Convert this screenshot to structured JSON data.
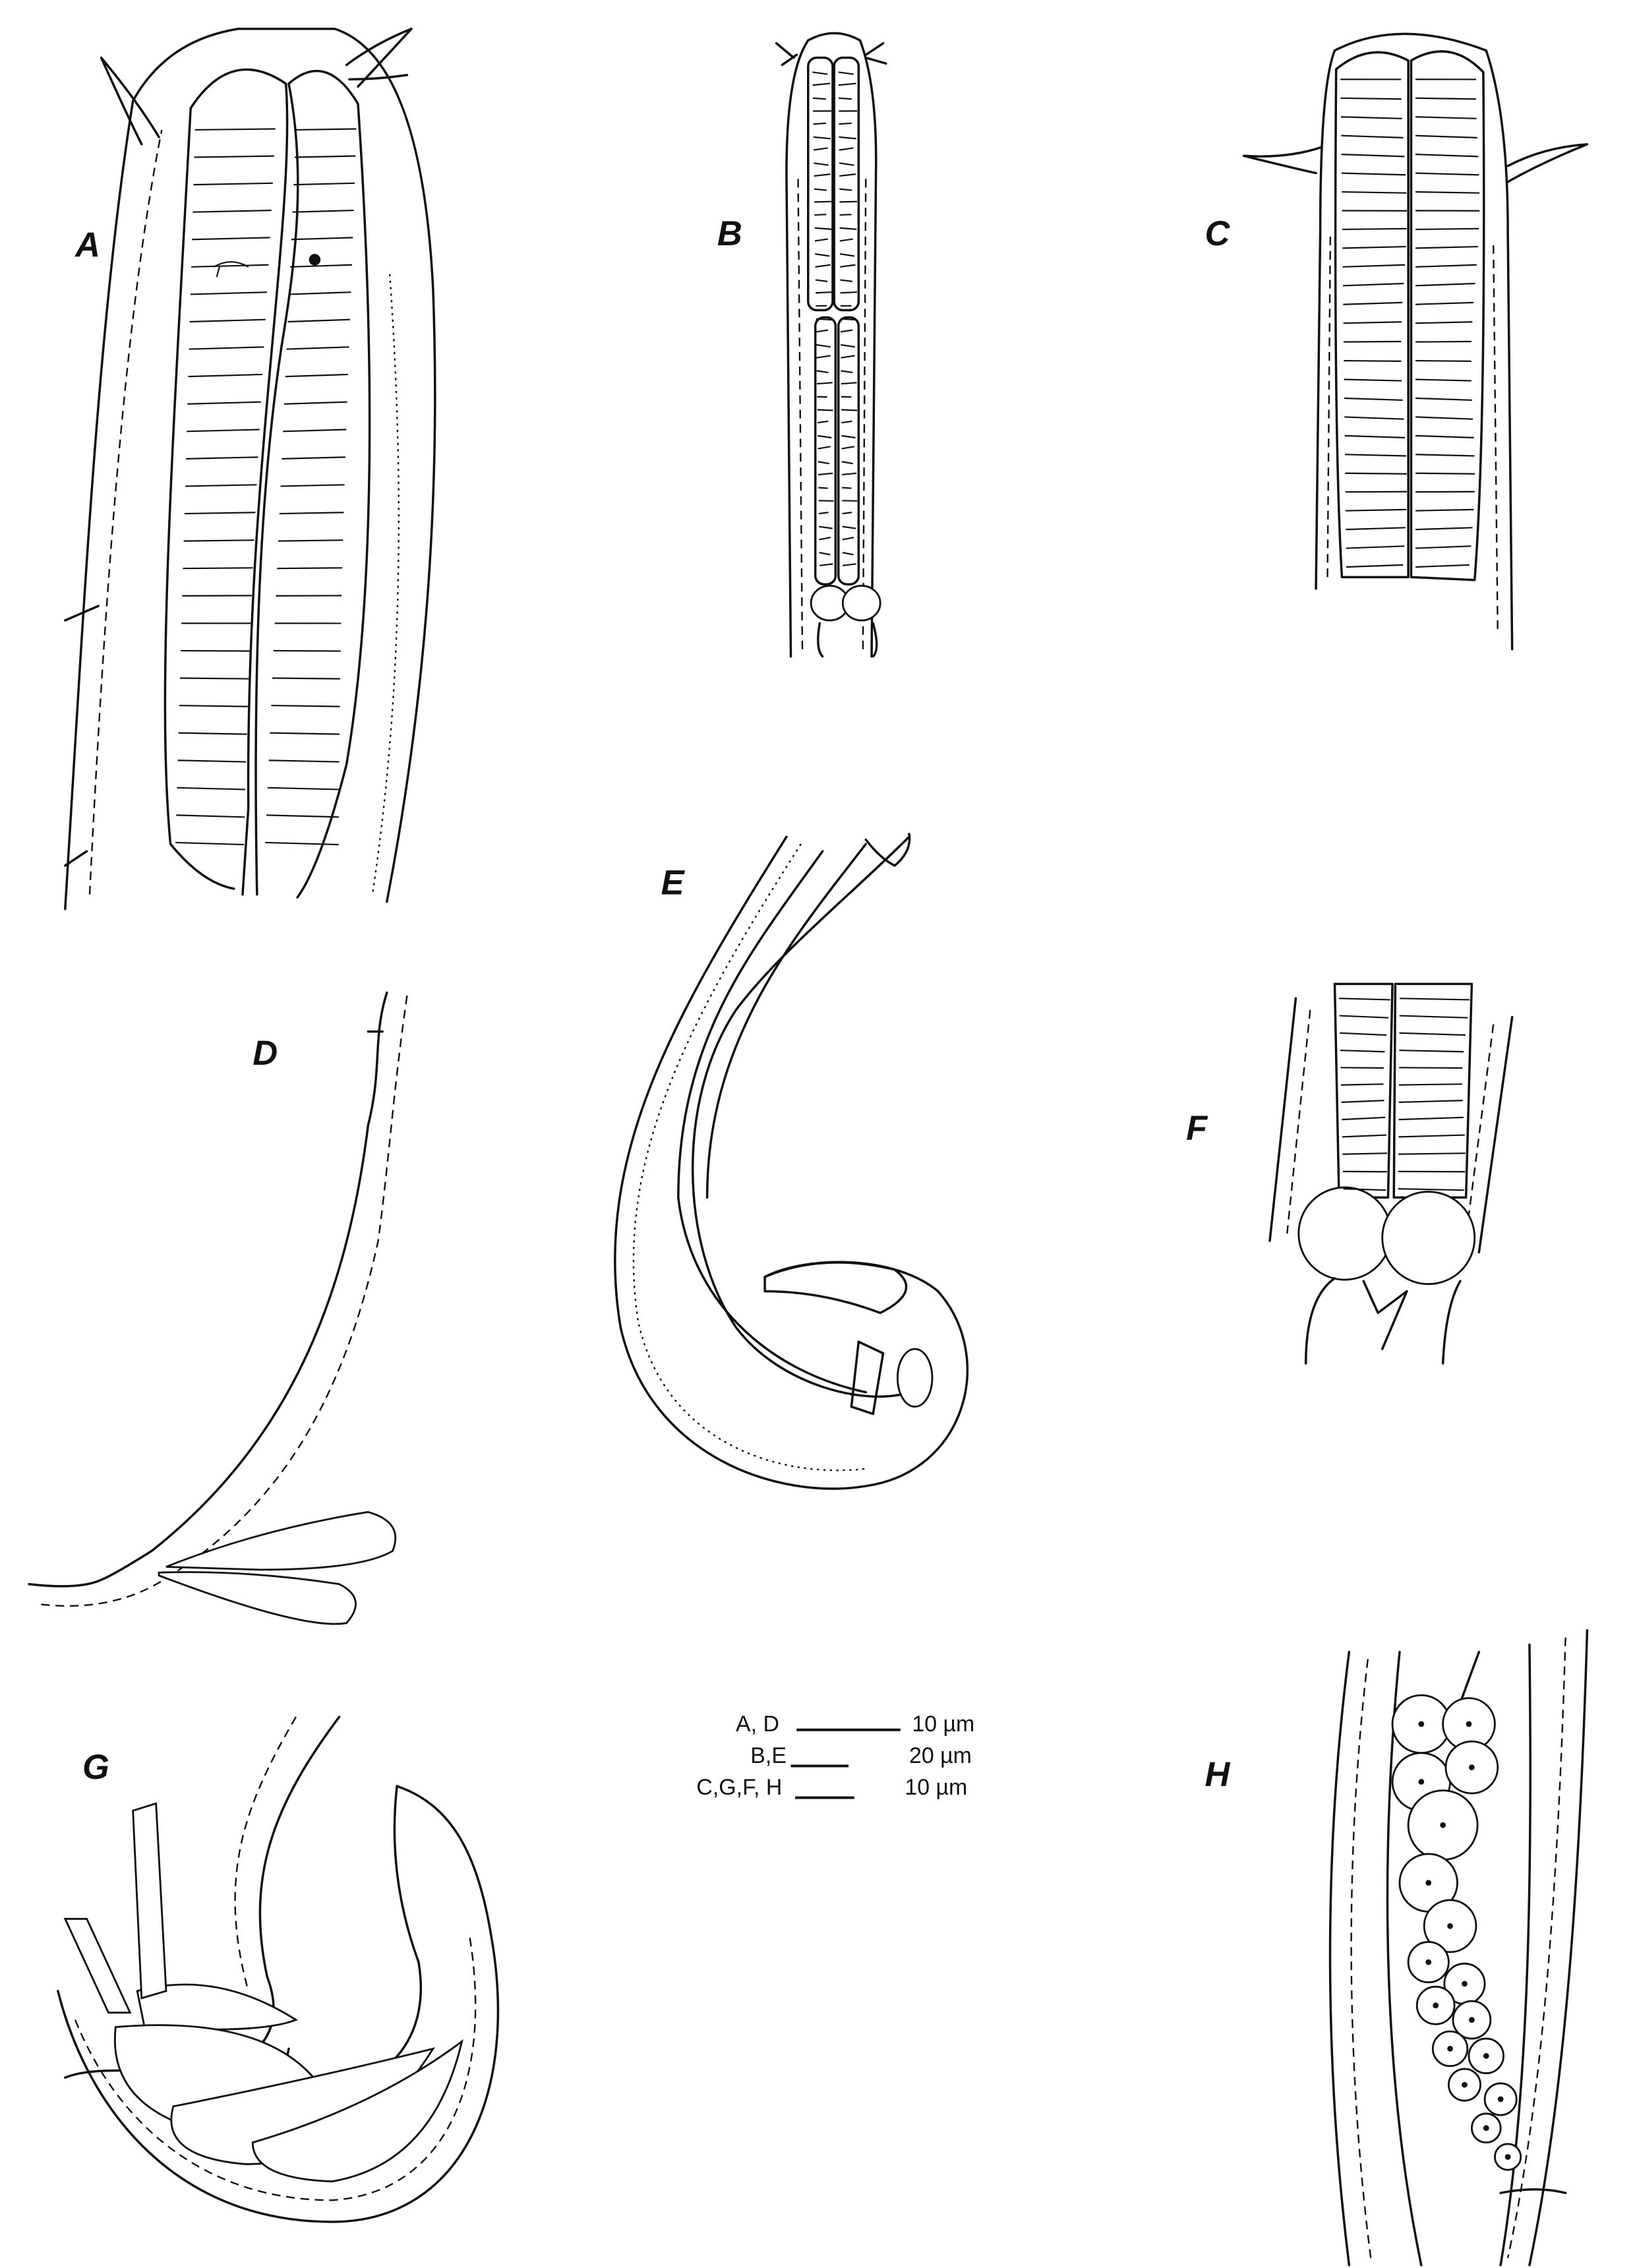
{
  "panels": {
    "A": "A",
    "B": "B",
    "C": "C",
    "D": "D",
    "E": "E",
    "F": "F",
    "G": "G",
    "H": "H"
  },
  "scale_bars": [
    {
      "panels": "A, D",
      "length": "10 µm"
    },
    {
      "panels": "B,E",
      "length": "20 µm"
    },
    {
      "panels": "C,G,F, H",
      "length": "10 µm"
    }
  ]
}
